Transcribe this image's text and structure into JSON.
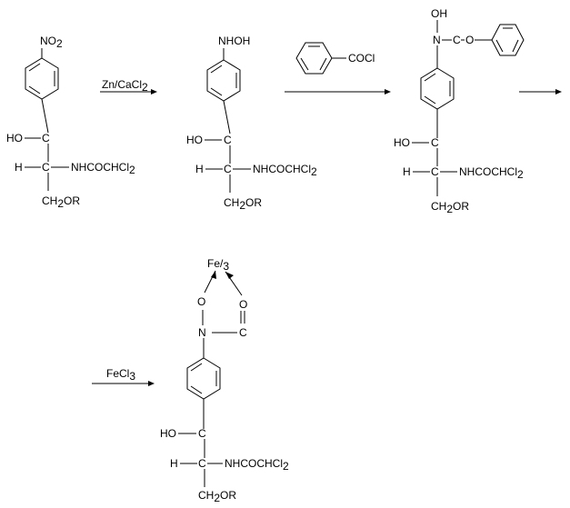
{
  "compound_1": {
    "para_group_main": "NO",
    "para_group_sub": "2",
    "hydroxyl": "HO",
    "carbon_label": "C",
    "hydrogen": "H",
    "amide": "NHCOCHCl",
    "amide_sub": "2",
    "ester_prefix": "CH",
    "ester_sub": "2",
    "ester_suffix": "OR"
  },
  "reagent_1": {
    "main": "Zn/CaCl",
    "sub": "2"
  },
  "compound_2": {
    "para_group": "NHOH",
    "hydroxyl": "HO",
    "carbon_label": "C",
    "hydrogen": "H",
    "amide": "NHCOCHCl",
    "amide_sub": "2",
    "ester_prefix": "CH",
    "ester_sub": "2",
    "ester_suffix": "OR"
  },
  "reagent_2": {
    "acyl_group": "COCl"
  },
  "compound_3": {
    "n_hydroxy": "OH",
    "nitrogen": "N",
    "carbonyl": "C",
    "bridge_oxygen": "O",
    "hydroxyl": "HO",
    "carbon_label": "C",
    "hydrogen": "H",
    "amide": "NHCOCHCl",
    "amide_sub": "2",
    "ester_prefix": "CH",
    "ester_sub": "2",
    "ester_suffix": "OR"
  },
  "reagent_3": {
    "main": "FeCl",
    "sub": "3"
  },
  "compound_4": {
    "metal_main": "Fe/",
    "metal_sub": "3",
    "ring_oxygen_left": "O",
    "ring_oxygen_right": "O",
    "nitrogen": "N",
    "carbonyl_carbon": "C",
    "hydroxyl": "HO",
    "carbon_label": "C",
    "hydrogen": "H",
    "amide": "NHCOCHCl",
    "amide_sub": "2",
    "ester_prefix": "CH",
    "ester_sub": "2",
    "ester_suffix": "OR"
  }
}
